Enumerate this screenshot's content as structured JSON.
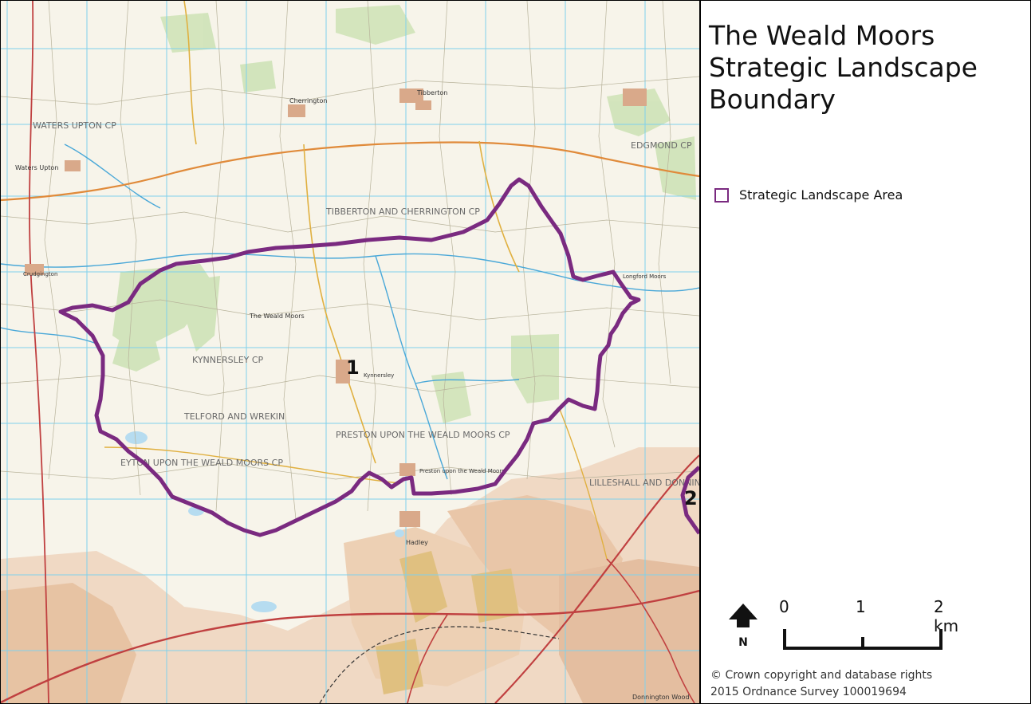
{
  "map": {
    "title": "The Weald Moors Strategic Landscape Boundary",
    "boundary_color": "#7a2a80",
    "grid_color": "#7fd1ec",
    "area_markers": [
      "1",
      "2"
    ],
    "parish_labels": [
      "WATERS UPTON CP",
      "TIBBERTON AND CHERRINGTON CP",
      "EDGMOND CP",
      "KYNNERSLEY CP",
      "TELFORD AND WREKIN",
      "PRESTON UPON THE WEALD MOORS CP",
      "EYTON UPON THE WEALD MOORS CP",
      "LILLESHALL AND DONNINGTON CP"
    ],
    "place_labels": [
      "Tibberton",
      "Cherrington",
      "The Weald Moors",
      "Kynnersley",
      "Preston upon the Weald Moors",
      "Waters Upton",
      "Crudgington",
      "Longford Moors",
      "Hadley",
      "Donnington Wood"
    ]
  },
  "legend": {
    "items": [
      {
        "label": "Strategic Landscape Area",
        "color": "#7a2a80"
      }
    ]
  },
  "north_arrow": {
    "label": "N"
  },
  "scale_bar": {
    "ticks": [
      "0",
      "1",
      "2 km"
    ]
  },
  "copyright": {
    "line1": "© Crown copyright and database rights",
    "line2": "2015 Ordnance Survey 100019694"
  }
}
